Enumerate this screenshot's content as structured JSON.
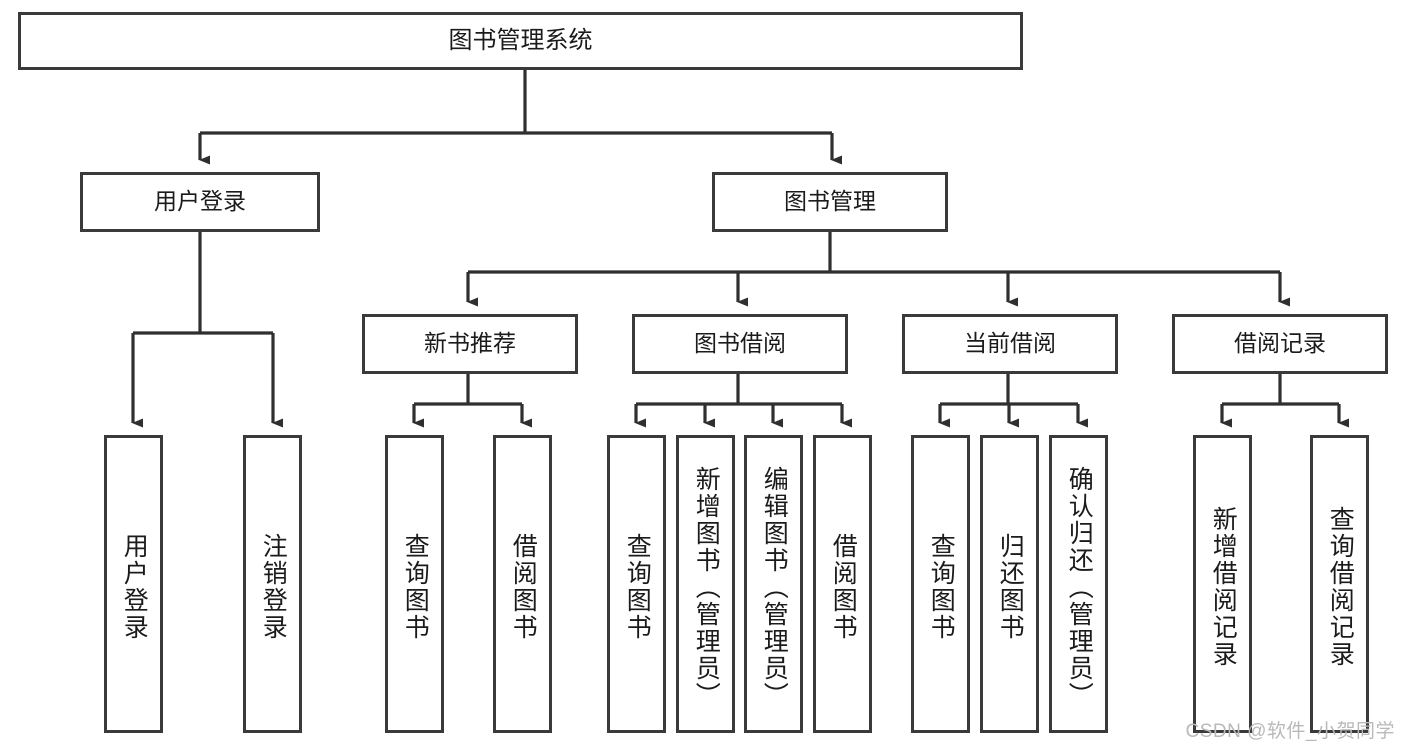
{
  "diagram": {
    "title": "图书管理系统",
    "type": "hierarchy-tree",
    "watermark": "CSDN @软件_小贺同学",
    "colors": {
      "border": "#3a3a3a",
      "background": "#ffffff",
      "text": "#1b1b1b",
      "watermark": "#b9b9b9"
    },
    "nodes": {
      "root": {
        "label": "图书管理系统"
      },
      "level2": [
        {
          "id": "user-login",
          "label": "用户登录"
        },
        {
          "id": "book-manage",
          "label": "图书管理"
        }
      ],
      "level3": [
        {
          "id": "new-book-recommend",
          "label": "新书推荐"
        },
        {
          "id": "book-borrow",
          "label": "图书借阅"
        },
        {
          "id": "current-borrow",
          "label": "当前借阅"
        },
        {
          "id": "borrow-record",
          "label": "借阅记录"
        }
      ],
      "leaves": {
        "user-login": [
          {
            "id": "leaf-user-login",
            "label": "用户登录"
          },
          {
            "id": "leaf-logout",
            "label": "注销登录"
          }
        ],
        "new-book-recommend": [
          {
            "id": "leaf-query-book-1",
            "label": "查询图书"
          },
          {
            "id": "leaf-borrow-book-1",
            "label": "借阅图书"
          }
        ],
        "book-borrow": [
          {
            "id": "leaf-query-book-2",
            "label": "查询图书"
          },
          {
            "id": "leaf-add-book",
            "label": "新增图书（管理员）"
          },
          {
            "id": "leaf-edit-book",
            "label": "编辑图书（管理员）"
          },
          {
            "id": "leaf-borrow-book-2",
            "label": "借阅图书"
          }
        ],
        "current-borrow": [
          {
            "id": "leaf-query-book-3",
            "label": "查询图书"
          },
          {
            "id": "leaf-return-book",
            "label": "归还图书"
          },
          {
            "id": "leaf-confirm-return",
            "label": "确认归还（管理员）"
          }
        ],
        "borrow-record": [
          {
            "id": "leaf-add-record",
            "label": "新增借阅记录"
          },
          {
            "id": "leaf-query-record",
            "label": "查询借阅记录"
          }
        ]
      }
    }
  }
}
